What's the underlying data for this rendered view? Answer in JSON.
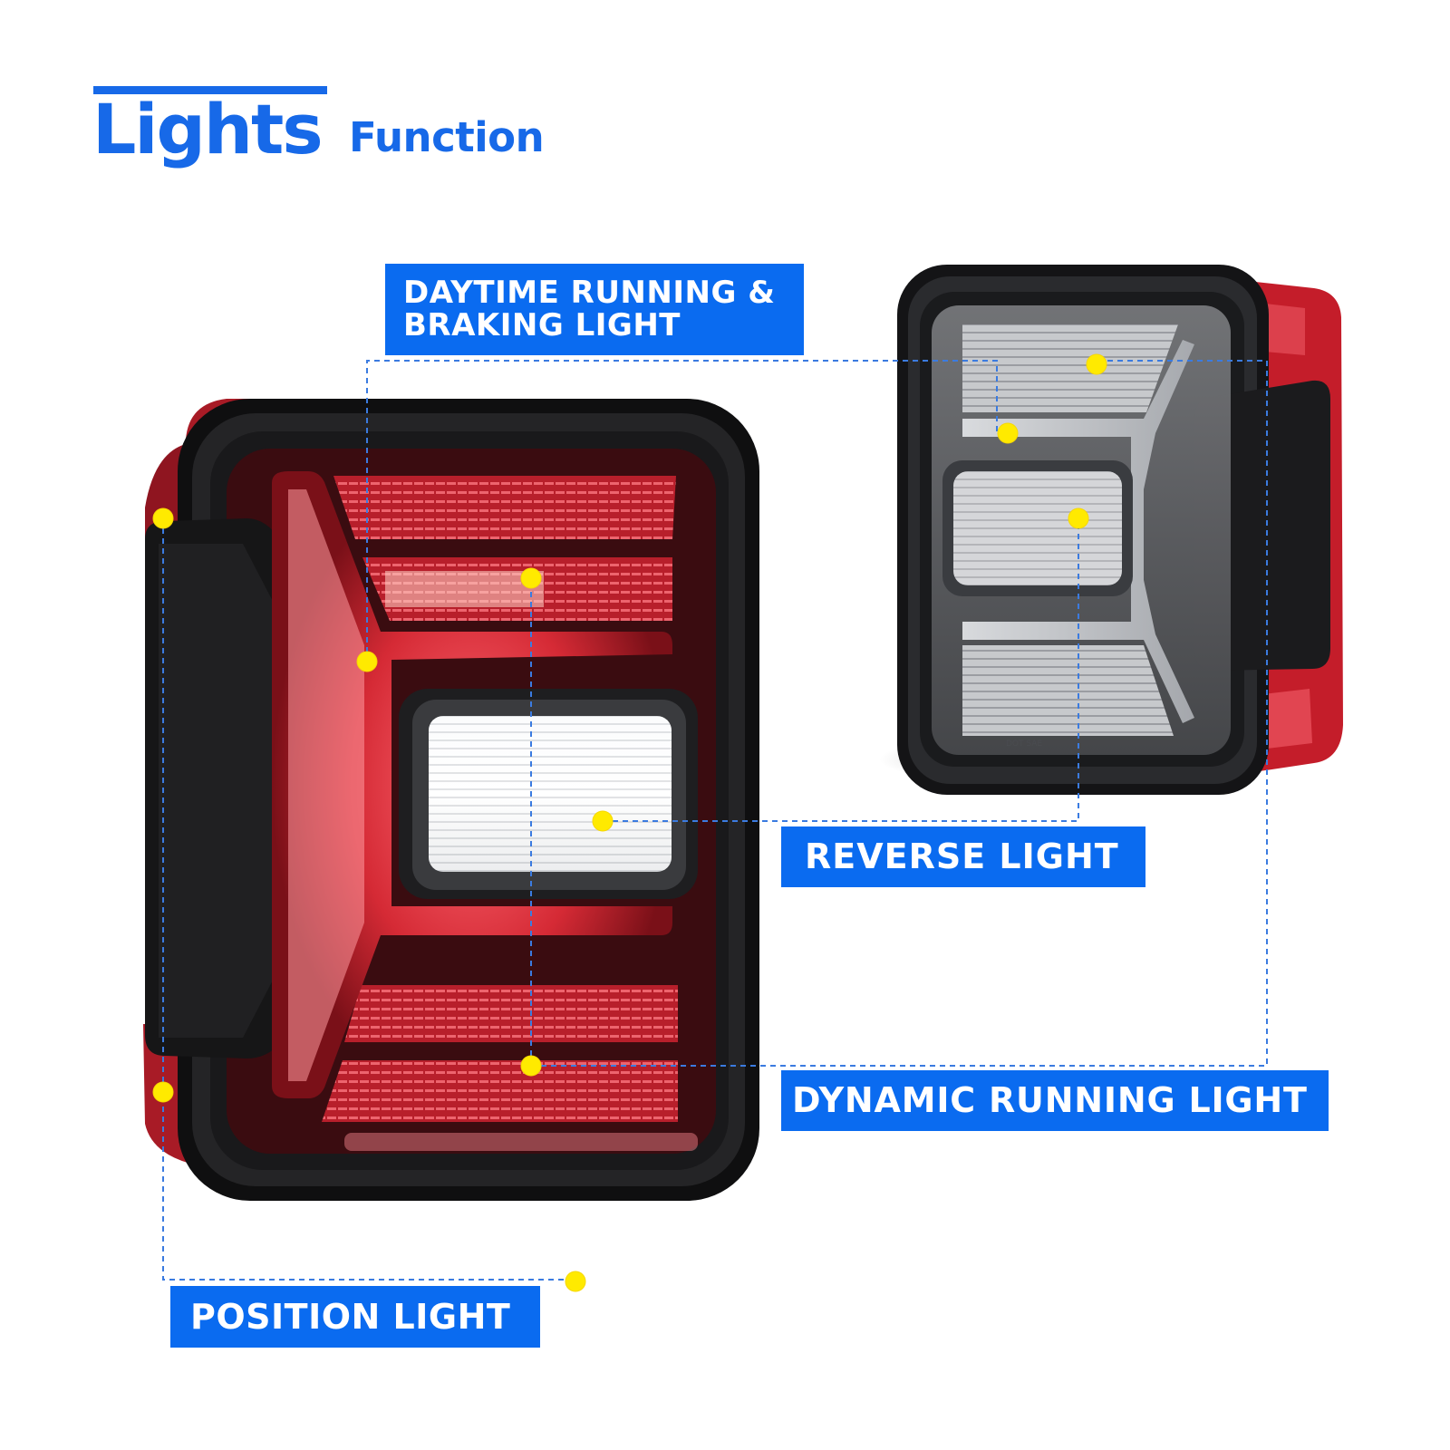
{
  "title": {
    "main": "Lights",
    "sub": "Function"
  },
  "labels": {
    "daytime_line1": "DAYTIME RUNNING &",
    "daytime_line2": "BRAKING LIGHT",
    "reverse": "REVERSE LIGHT",
    "dynamic": "DYNAMIC RUNNING LIGHT",
    "position": "POSITION LIGHT"
  },
  "colors": {
    "accent_blue": "#0a6bf0",
    "title_blue": "#1769e8",
    "marker_yellow": "#ffea00",
    "leader_line": "#3b7be0",
    "lamp_red": "#e8303a",
    "housing_dark": "#1a1a1c"
  },
  "icons": {
    "marker": "yellow-dot",
    "leader": "dashed-line"
  }
}
